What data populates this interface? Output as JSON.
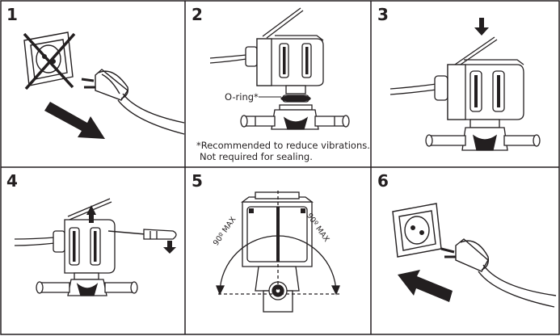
{
  "steps": [
    {
      "number": "1"
    },
    {
      "number": "2"
    },
    {
      "number": "3"
    },
    {
      "number": "4"
    },
    {
      "number": "5"
    },
    {
      "number": "6"
    }
  ],
  "step2": {
    "oring_label": "O-ring*",
    "note_line1": "*Recommended to reduce vibrations.",
    "note_line2": "Not required for sealing."
  },
  "step5": {
    "angle_left": "90º MAX",
    "angle_right": "90º MAX"
  },
  "colors": {
    "line": "#231f20",
    "background": "#ffffff",
    "arrow": "#231f20"
  },
  "icons": [
    "socket-icon",
    "plug-icon",
    "cross-out-icon",
    "pull-arrow-icon",
    "push-arrow-icon",
    "solenoid-coil-icon",
    "valve-body-icon",
    "down-arrow-icon",
    "up-arrow-icon",
    "screwdriver-icon",
    "angle-arc-icon"
  ]
}
